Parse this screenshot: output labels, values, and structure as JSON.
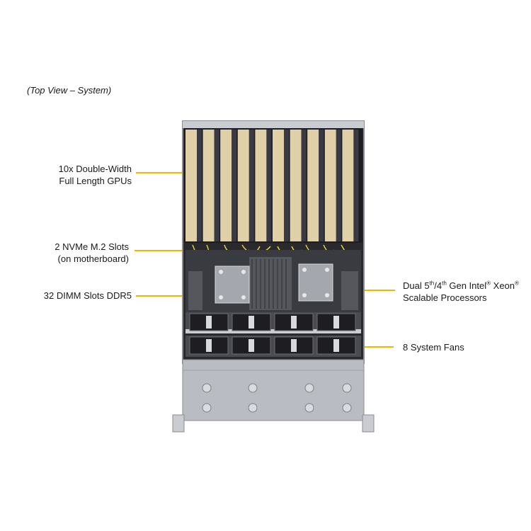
{
  "view_title": "(Top View – System)",
  "labels": {
    "gpus": {
      "line1": "10x Double-Width",
      "line2": "Full Length GPUs"
    },
    "nvme": {
      "line1": "2 NVMe M.2 Slots",
      "line2": "(on motherboard)"
    },
    "dimm": {
      "line1": "32 DIMM Slots DDR5"
    },
    "cpu": {
      "line1_a": "Dual 5",
      "line1_sup1": "th",
      "line1_b": "/4",
      "line1_sup2": "th",
      "line1_c": " Gen Intel",
      "line1_sup3": "®",
      "line1_d": "  Xeon",
      "line1_sup4": "®",
      "line2": "Scalable Processors"
    },
    "fans": {
      "line1": "8 System Fans"
    }
  },
  "colors": {
    "leader": "#f5b400",
    "gpu_card": "#dfd0a8",
    "gpu_bracket": "#3a3a44",
    "chassis_dark": "#2a2a2e",
    "chassis_metal": "#b9bcc2",
    "heatsink": "#9a9da3",
    "fan": "#1e1e22",
    "cable": "#e8d84a"
  }
}
